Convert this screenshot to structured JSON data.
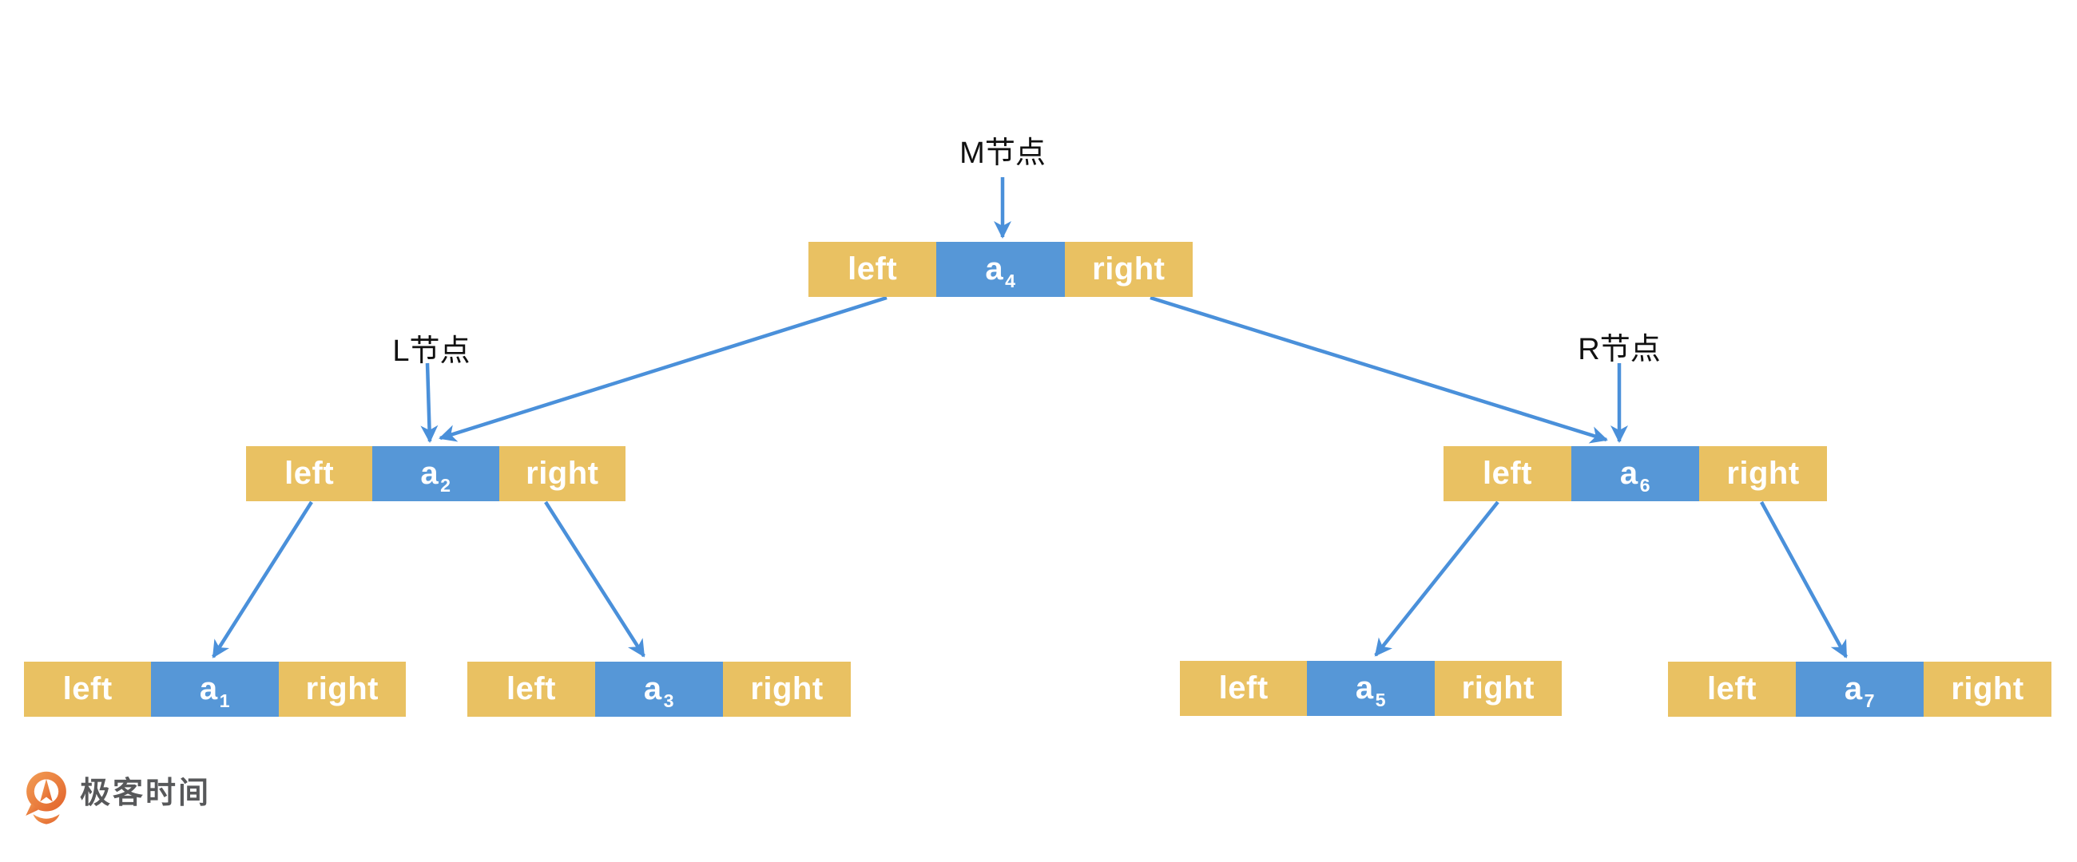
{
  "colors": {
    "yellow": "#E9C162",
    "blue": "#5697D7",
    "arrow": "#4A90DA",
    "label_text": "#111111",
    "node_text": "#ffffff",
    "logo_text": "#57585A",
    "logo_orange_light": "#F29E55",
    "logo_orange_dark": "#E2622B"
  },
  "nodes": [
    {
      "id": "m",
      "label": "M节点",
      "left": "left",
      "value": "a",
      "sub": "4",
      "right": "right"
    },
    {
      "id": "l",
      "label": "L节点",
      "left": "left",
      "value": "a",
      "sub": "2",
      "right": "right"
    },
    {
      "id": "r",
      "label": "R节点",
      "left": "left",
      "value": "a",
      "sub": "6",
      "right": "right"
    },
    {
      "id": "a1",
      "left": "left",
      "value": "a",
      "sub": "1",
      "right": "right"
    },
    {
      "id": "a3",
      "left": "left",
      "value": "a",
      "sub": "3",
      "right": "right"
    },
    {
      "id": "a5",
      "left": "left",
      "value": "a",
      "sub": "5",
      "right": "right"
    },
    {
      "id": "a7",
      "left": "left",
      "value": "a",
      "sub": "7",
      "right": "right"
    }
  ],
  "logo": {
    "text": "极客时间",
    "icon": "geektime-pin-icon"
  }
}
